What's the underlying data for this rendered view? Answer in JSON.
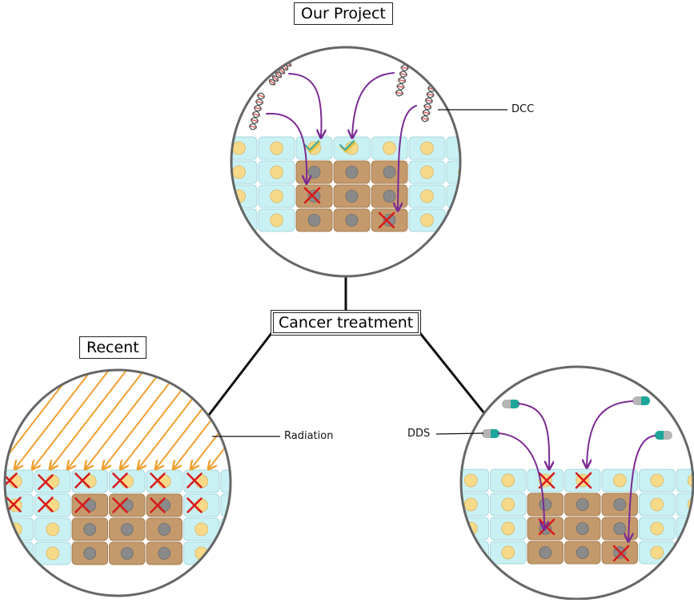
{
  "center_label": "Cancer treatment",
  "panels": {
    "our_project": {
      "title": "Our Project",
      "callout": "DCC"
    },
    "recent": {
      "title": "Recent",
      "callout": "Radiation"
    },
    "drug_delivery": {
      "callout": "DDS"
    }
  },
  "colors": {
    "healthy_cell": "#c9f1f4",
    "healthy_cell_border": "#a7d8de",
    "healthy_nucleus": "#f7d98a",
    "cancer_cell": "#c49a6c",
    "cancer_nucleus": "#8a8a8a",
    "kill_mark": "#d81b1b",
    "arrow_purple": "#7a2a93",
    "radiation": "#f0a030",
    "check_teal": "#3aa9a0",
    "check_yellow": "#e3c042",
    "pill_teal": "#1fa69a",
    "pill_grey": "#b5b5b5",
    "circle_border": "#666666"
  },
  "icons": [
    "dna-icon",
    "capsule-icon",
    "cross-mark-icon",
    "check-mark-icon"
  ]
}
